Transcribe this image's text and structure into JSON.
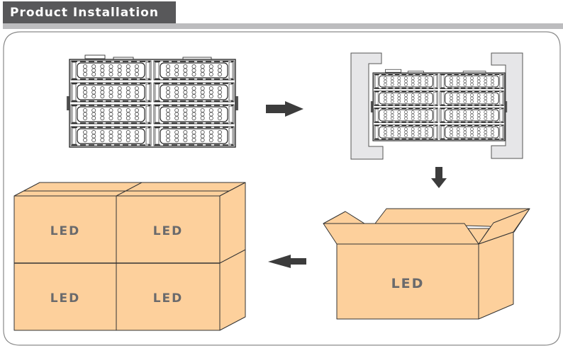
{
  "header": {
    "title": "Product Installation"
  },
  "colors": {
    "header_bg": "#58585a",
    "header_strip": "#bcbcbe",
    "box_fill": "#fdd09c",
    "box_stroke": "#333333",
    "label_color": "#6a6a6c",
    "arrow_color": "#3c3c3c",
    "bracket_fill": "#e6e6e8"
  },
  "steps": [
    {
      "id": "led-panel",
      "description": "LED module panel (2 x 4 modules)"
    },
    {
      "id": "panel-with-foam",
      "description": "Panel fitted with foam end brackets"
    },
    {
      "id": "open-carton",
      "description": "Panel placed into carton",
      "label": "LED"
    },
    {
      "id": "stacked-cartons",
      "description": "Sealed cartons stacked",
      "labels": [
        "LED",
        "LED",
        "LED",
        "LED"
      ]
    }
  ],
  "arrows": [
    "right",
    "down",
    "left"
  ]
}
